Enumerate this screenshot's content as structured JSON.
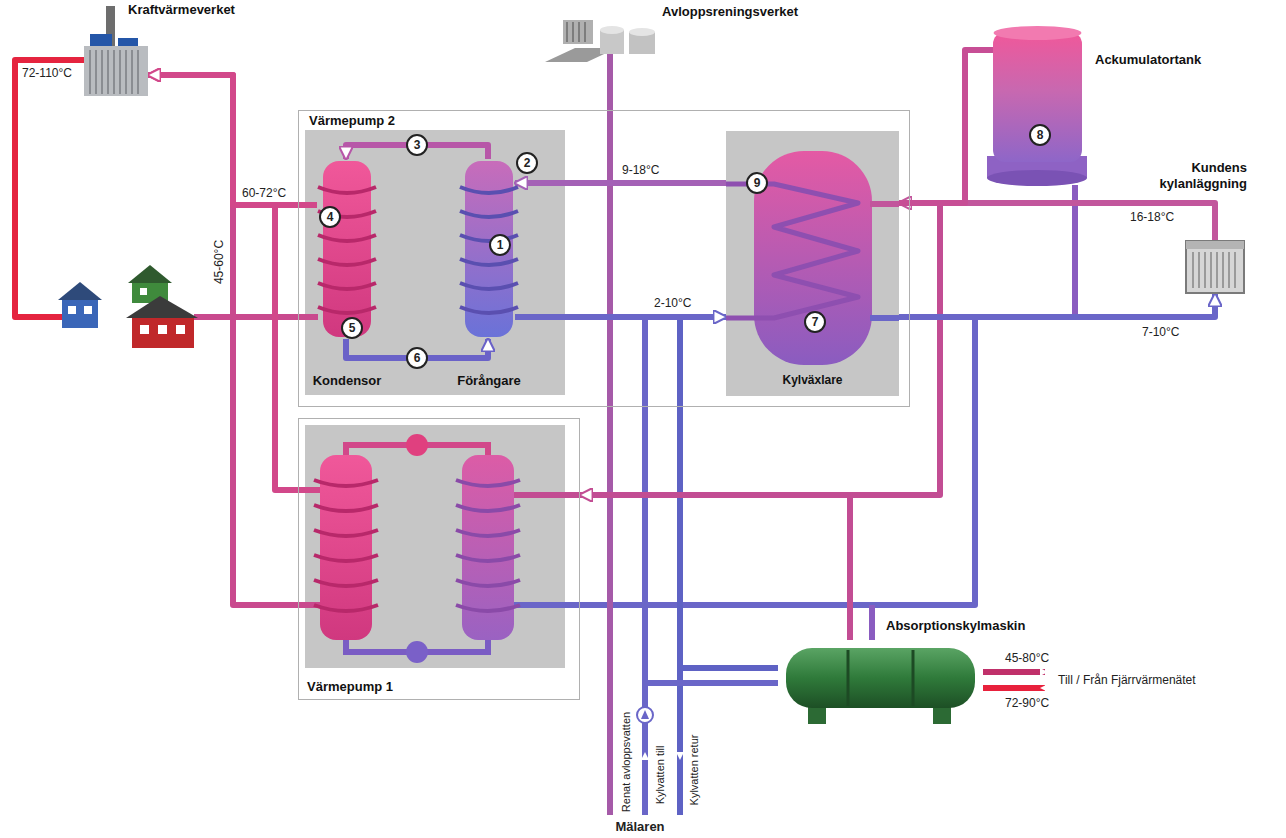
{
  "diagram": {
    "nodes": [
      {
        "text": [
          "Kraftvärmeverket"
        ]
      },
      {
        "text": [
          "Avloppsreningsverket"
        ]
      },
      {
        "text": [
          "Ackumulatortank"
        ]
      },
      {
        "text": [
          "Värmepump 2"
        ]
      },
      {
        "text": [
          "Kondensor"
        ],
        "in": 3
      },
      {
        "text": [
          "Förångare"
        ],
        "in": 3
      },
      {
        "text": [
          "Kylväxlare"
        ],
        "in": 3
      },
      {
        "text": [
          "Kundens kylanläggning"
        ]
      },
      {
        "text": [
          "Värmepump 1"
        ]
      },
      {
        "text": [
          "Absorptionskylmaskin"
        ]
      }
    ],
    "edges": [
      {
        "from": 4,
        "to": 0,
        "arrow": "to",
        "label": "60-72°C"
      },
      {
        "from": 5,
        "to": 4,
        "arrow": "to"
      },
      {
        "from": 4,
        "to": 5,
        "arrow": "to"
      },
      {
        "from": 6,
        "to": 5,
        "arrow": "to",
        "label": "9-18°C"
      },
      {
        "from": 5,
        "to": 6,
        "arrow": "to",
        "label": "2-10°C"
      },
      {
        "from": 7,
        "to": 6,
        "arrow": "to",
        "label": "16-18°C"
      },
      {
        "from": 6,
        "to": 7,
        "arrow": "to",
        "label": "7-10°C"
      },
      {
        "from": 2,
        "to": 6,
        "arrow": "none"
      },
      {
        "from": 8,
        "to": 0,
        "arrow": "to"
      },
      {
        "from": 9,
        "to": 8,
        "arrow": "to"
      }
    ],
    "labels": [
      "72-110°C",
      "45-60°C",
      "1",
      "2",
      "3",
      "4",
      "5",
      "6",
      "7",
      "8",
      "9",
      "Renat avloppsvatten",
      "Kylvatten till",
      "Kylvatten retur",
      "45-80°C",
      "72-90°C",
      "Till / Från Fjärrvärmenätet",
      "Mälaren"
    ]
  }
}
